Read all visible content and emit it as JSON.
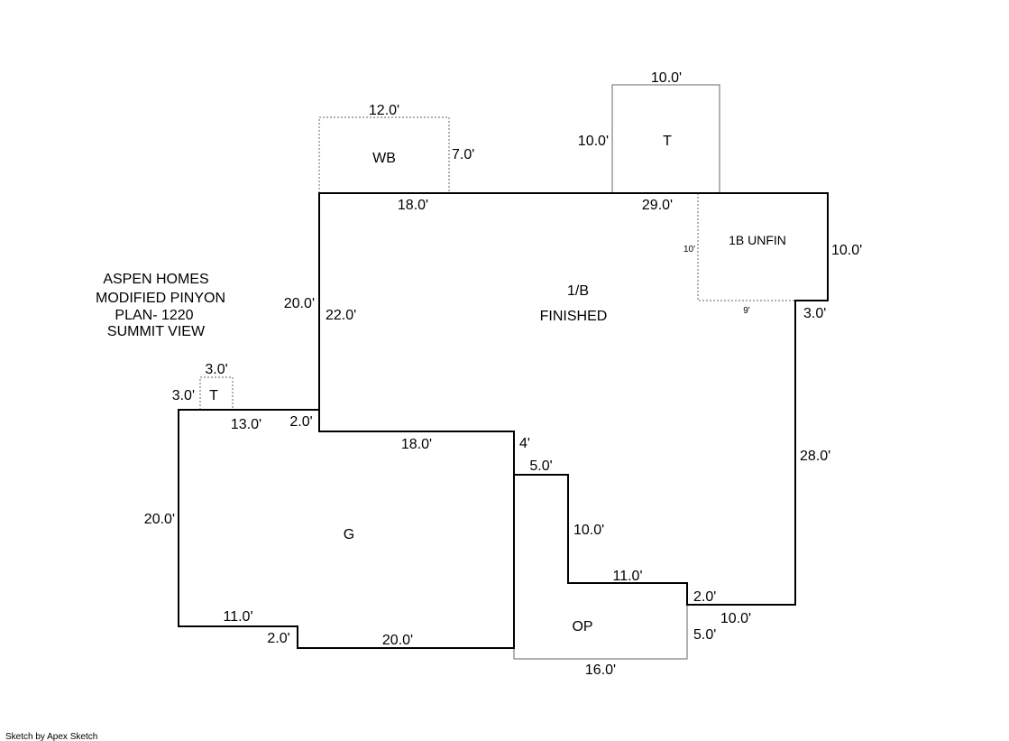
{
  "title": {
    "lines": [
      "ASPEN HOMES",
      "MODIFIED PINYON",
      "PLAN- 1220",
      "SUMMIT VIEW"
    ]
  },
  "rooms": {
    "wb": "WB",
    "t_top": "T",
    "t_small": "T",
    "main_line1": "1/B",
    "main_line2": "FINISHED",
    "unfin": "1B UNFIN",
    "garage": "G",
    "op": "OP"
  },
  "dimensions": {
    "wb_top": "12.0'",
    "wb_right": "7.0'",
    "t_top_top": "10.0'",
    "t_top_left": "10.0'",
    "main_top_left": "18.0'",
    "main_top_right": "29.0'",
    "right_upper": "10.0'",
    "unfin_left": "10'",
    "unfin_bottom": "9'",
    "step_right": "3.0'",
    "right_lower": "28.0'",
    "main_left_outer": "20.0'",
    "main_left_inner": "22.0'",
    "t_small_top": "3.0'",
    "t_small_left": "3.0'",
    "garage_top": "13.0'",
    "garage_step": "2.0'",
    "garage_top2": "18.0'",
    "notch": "4'",
    "inner_top": "5.0'",
    "inner_side": "10.0'",
    "inner_bottom": "11.0'",
    "op_step": "2.0'",
    "bottom_right": "10.0'",
    "op_right": "5.0'",
    "garage_left": "20.0'",
    "garage_bottom": "11.0'",
    "garage_bottom_step": "2.0'",
    "garage_bottom2": "20.0'",
    "op_bottom": "16.0'"
  },
  "credit": "Sketch by Apex Sketch"
}
